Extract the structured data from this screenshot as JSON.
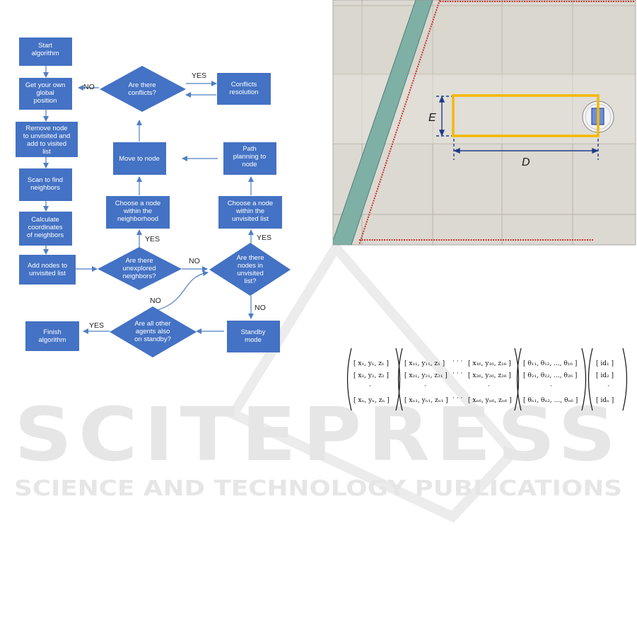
{
  "flowchart": {
    "nodes": {
      "start": [
        "Start",
        "algorithm"
      ],
      "get_position": [
        "Get your own",
        "global",
        "position"
      ],
      "remove_node": [
        "Remove node",
        "to unvisited and",
        "add to visited",
        "list"
      ],
      "scan": [
        "Scan to find",
        "neighbors"
      ],
      "calculate": [
        "Calculate",
        "coordinates",
        "of neighbors"
      ],
      "add_nodes": [
        "Add nodes to",
        "unvisited list"
      ],
      "conflicts": [
        "Are there",
        "conflicts?"
      ],
      "conflicts_resolution": [
        "Conflicts",
        "resolution"
      ],
      "move_to_node": [
        "Move to node"
      ],
      "path_planning": [
        "Path",
        "planning to",
        "node"
      ],
      "choose_neighborhood": [
        "Choose a node",
        "within the",
        "neighborhood"
      ],
      "choose_unvisited": [
        "Choose a node",
        "within the",
        "unvisited list"
      ],
      "unexplored": [
        "Are there",
        "unexplored",
        "neighbors?"
      ],
      "nodes_unvisited": [
        "Are there",
        "nodes in",
        "unvisited",
        "list?"
      ],
      "standby_mode": [
        "Standby",
        "mode"
      ],
      "all_standby": [
        "Are all other",
        "agents also",
        "on standby?"
      ],
      "finish": [
        "Finish",
        "algorithm"
      ]
    },
    "edge_labels": {
      "no_conflicts": "NO",
      "yes_conflicts": "YES",
      "yes_unexplored": "YES",
      "no_unexplored": "NO",
      "yes_unvisited": "YES",
      "no_unvisited": "NO",
      "no_standby": "NO",
      "yes_standby": "YES"
    }
  },
  "figure": {
    "label_e": "E",
    "label_d": "D"
  },
  "matrices": {
    "m1": [
      "[ x₁, y₁, z₁ ]",
      "[ x₂, y₂, z₂ ]",
      "[ xₙ, yₙ, zₙ ]"
    ],
    "m2": [
      [
        "[ x₁₁, y₁₁, z₁ ]",
        "[ x₁₆, y₁₆, z₁₆ ]"
      ],
      [
        "[ x₂₁, y₂₁, z₂₁ ]",
        "[ x₂₆, y₂₆, z₂₆ ]"
      ],
      [
        "[ xₙ₁, yₙ₁, zₙ₁ ]",
        "[ xₙ₆, yₙ₆, zₙ₆ ]"
      ]
    ],
    "m3": [
      "[ θ₁₁, θ₁₂, ..., θ₁₆ ]",
      "[ θ₂₁, θ₂₂, ..., θ₂₆ ]",
      "[ θₙ₁, θₙ₂, ..., θₙ₆ ]"
    ],
    "m4": [
      "[ id₁ ]",
      "[ id₂ ]",
      "[ idₙ ]"
    ]
  },
  "watermark": {
    "main": "SCITEPRESS",
    "sub": "SCIENCE AND TECHNOLOGY PUBLICATIONS"
  },
  "colors": {
    "flow_fill": "#4472c4",
    "flow_text": "#ffffff",
    "arrow": "#4f7fc4",
    "rect_highlight": "#f5b800",
    "dim_line": "#1f3c88",
    "tile": "#dcd9d2",
    "teal_strip": "#7fb0a5",
    "red_line": "#c8322a",
    "watermark": "#e8e8e8"
  }
}
